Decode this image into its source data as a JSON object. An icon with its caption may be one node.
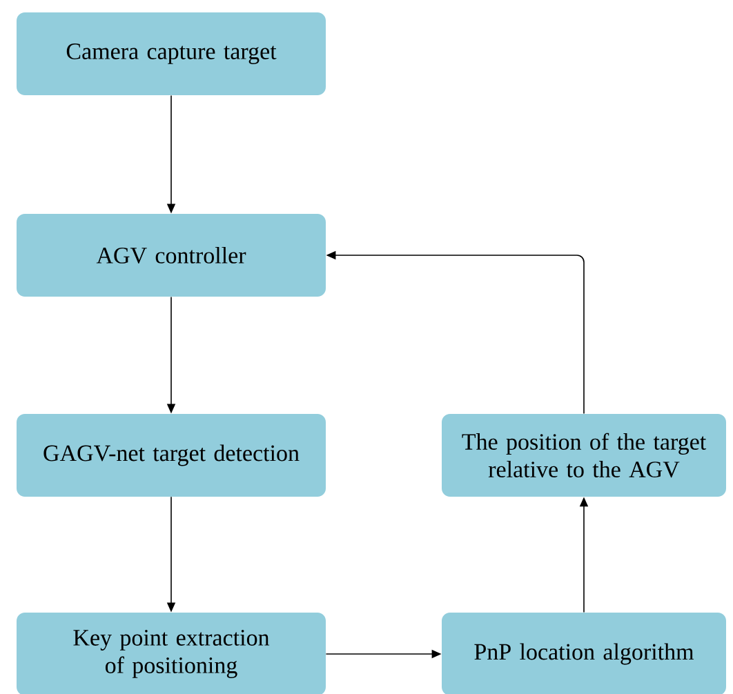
{
  "diagram": {
    "nodes": [
      {
        "text": [
          "Camera capture target"
        ]
      },
      {
        "text": [
          "AGV controller"
        ]
      },
      {
        "text": [
          "GAGV-net target detection"
        ]
      },
      {
        "text": [
          "Key point extraction of positioning"
        ]
      },
      {
        "text": [
          "PnP location algorithm"
        ]
      },
      {
        "text": [
          "The position of the target relative to the AGV"
        ]
      }
    ],
    "edges": [
      {
        "from": 0,
        "to": 1,
        "arrow": "to"
      },
      {
        "from": 1,
        "to": 2,
        "arrow": "to"
      },
      {
        "from": 2,
        "to": 3,
        "arrow": "to"
      },
      {
        "from": 3,
        "to": 4,
        "arrow": "to"
      },
      {
        "from": 4,
        "to": 5,
        "arrow": "to"
      },
      {
        "from": 5,
        "to": 1,
        "arrow": "to"
      }
    ]
  }
}
